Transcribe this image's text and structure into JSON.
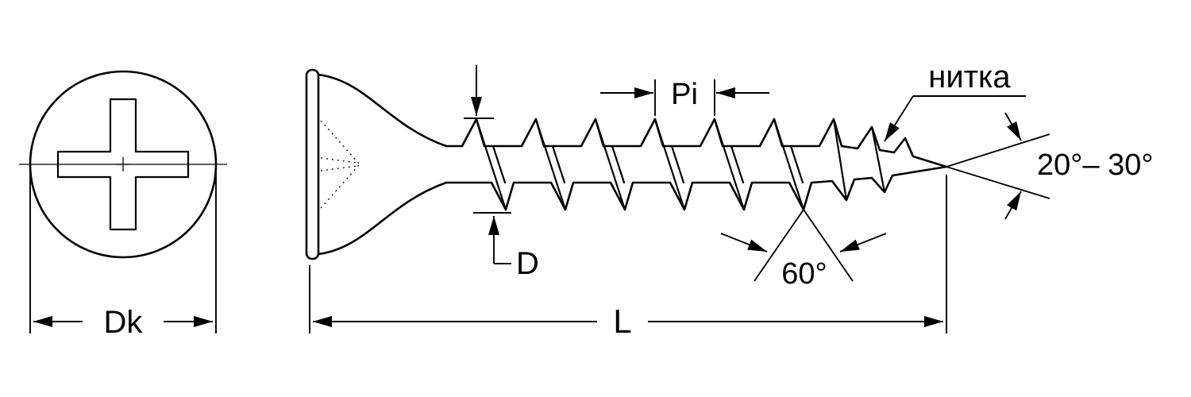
{
  "diagram": {
    "labels": {
      "head_diameter": "Dk",
      "thread_diameter": "D",
      "pitch": "Pi",
      "thread_callout": "нитка",
      "tip_angle": "20°– 30°",
      "thread_angle": "60°",
      "length": "L"
    },
    "colors": {
      "line": "#000000",
      "background": "#ffffff"
    }
  }
}
